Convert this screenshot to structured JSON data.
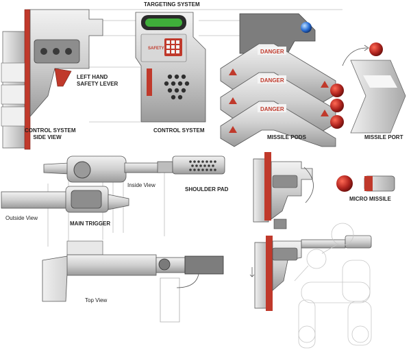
{
  "labels": {
    "targeting_system": "TARGETING SYSTEM",
    "left_hand_safety_lever": [
      "LEFT HAND",
      "SAFETY LEVER"
    ],
    "control_system_side_view": [
      "CONTROL SYSTEM",
      "SIDE VIEW"
    ],
    "control_system": "CONTROL SYSTEM",
    "missile_pods": "MISSILE PODS",
    "missile_port": "MISSILE PORT",
    "inside_view": "Inside View",
    "shoulder_pad": "SHOULDER PAD",
    "outside_view": "Outside View",
    "main_trigger": "MAIN TRIGGER",
    "micro_missile": "MICRO MISSILE",
    "top_view": "Top View"
  },
  "panel_text": {
    "safety": "SAFETY",
    "danger": "DANGER"
  },
  "colors": {
    "metal_light": "#e4e4e4",
    "metal_mid": "#b8b8b8",
    "metal_dark": "#6a6a6a",
    "accent_red": "#c0392b",
    "screen_green": "#3fae3a",
    "missile_red": "#b32620",
    "gem_blue": "#2a6fd6"
  }
}
